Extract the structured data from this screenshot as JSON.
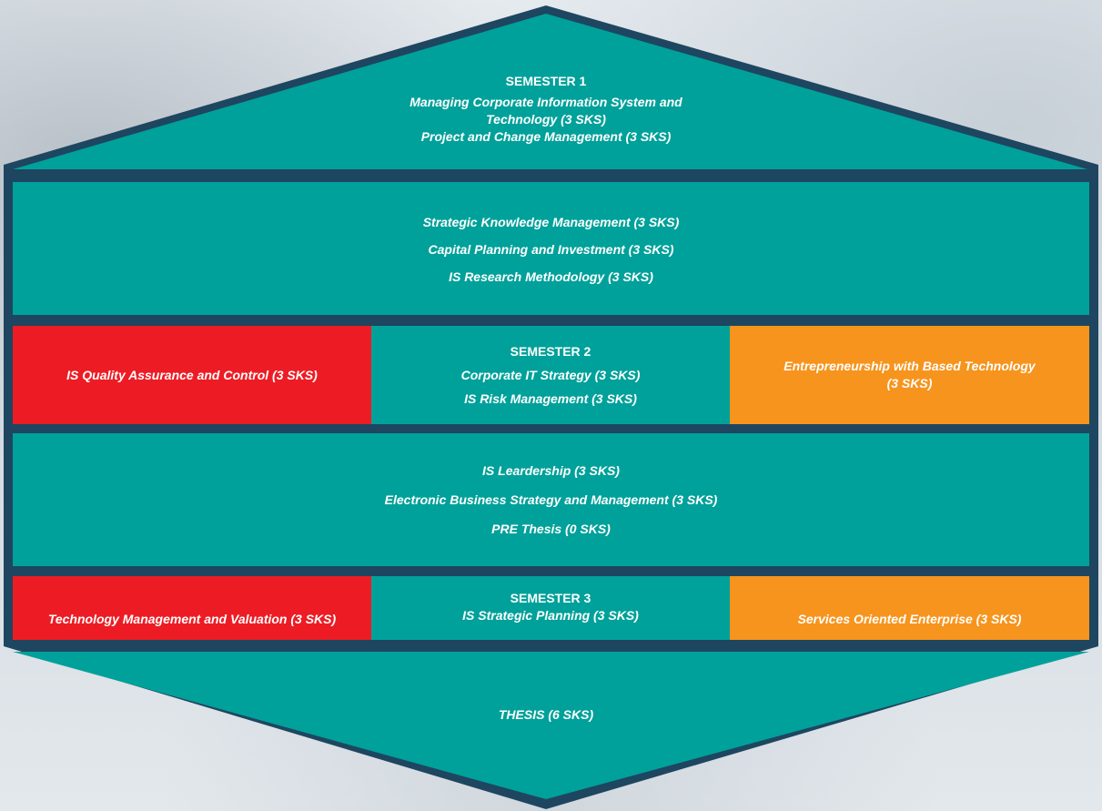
{
  "semester1": {
    "header": "SEMESTER 1",
    "courses_line1": "Managing Corporate Information System and",
    "courses_line2": "Technology (3 SKS)",
    "courses_line3": "Project and Change Management (3 SKS)",
    "core": [
      "Strategic Knowledge Management (3 SKS)",
      "Capital Planning and Investment (3 SKS)",
      "IS Research Methodology (3 SKS)"
    ]
  },
  "semester2": {
    "header": "SEMESTER 2",
    "left_elective": "IS Quality Assurance and Control (3 SKS)",
    "center": [
      "Corporate IT Strategy (3 SKS)",
      "IS Risk Management (3 SKS)"
    ],
    "right_elective_line1": "Entrepreneurship with Based Technology",
    "right_elective_line2": "(3 SKS)",
    "core": [
      "IS Leardership (3 SKS)",
      "Electronic Business Strategy and Management (3 SKS)",
      "PRE Thesis (0 SKS)"
    ]
  },
  "semester3": {
    "header": "SEMESTER 3",
    "left_elective": "Technology Management and Valuation (3 SKS)",
    "center": "IS Strategic Planning (3 SKS)",
    "right_elective": "Services Oriented Enterprise (3 SKS)",
    "thesis": "THESIS (6 SKS)"
  },
  "colors": {
    "teal": "#00a19a",
    "border": "#1e4660",
    "red": "#ed1c24",
    "orange": "#f7941d"
  }
}
